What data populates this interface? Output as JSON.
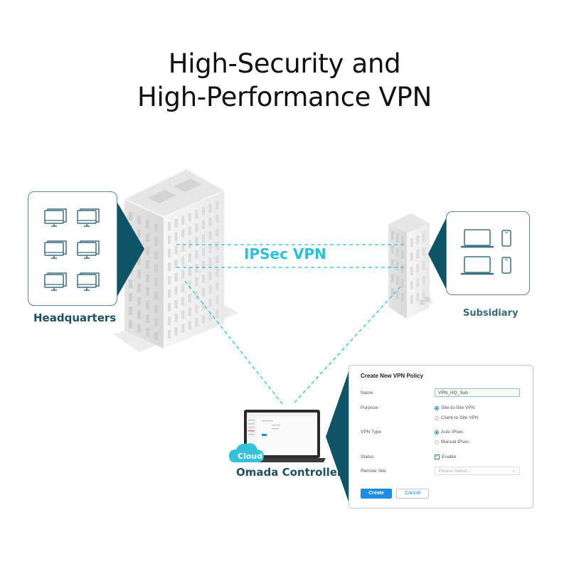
{
  "title": {
    "line1": "High-Security and",
    "line2": "High-Performance VPN"
  },
  "connection_label": "IPSec VPN",
  "sites": {
    "headquarters": {
      "label": "Headquarters",
      "devices": [
        "desktop-pc",
        "desktop-pc",
        "desktop-pc",
        "desktop-pc",
        "desktop-pc",
        "desktop-pc"
      ]
    },
    "subsidiary": {
      "label": "Subsidiary",
      "devices": [
        "laptop",
        "smartphone",
        "laptop",
        "smartphone"
      ]
    }
  },
  "controller": {
    "label": "Omada Controller",
    "cloud_badge": "Cloud"
  },
  "colors": {
    "accent_cyan": "#2cc1d8",
    "dark_teal": "#0e5366",
    "label_teal": "#1f4f63",
    "button_blue": "#1e8ddf"
  },
  "dialog": {
    "title": "Create New VPN Policy",
    "fields": {
      "name": {
        "label": "Name",
        "value": "VPN_HQ_Sub"
      },
      "purpose": {
        "label": "Purpose",
        "options": [
          {
            "label": "Site-to-Site VPN",
            "selected": true
          },
          {
            "label": "Client-to-Site VPN",
            "selected": false
          }
        ]
      },
      "vpn_type": {
        "label": "VPN Type",
        "options": [
          {
            "label": "Auto IPsec",
            "selected": true
          },
          {
            "label": "Manual IPsec",
            "selected": false
          }
        ]
      },
      "status": {
        "label": "Status",
        "checkbox_label": "Enable",
        "checked": true
      },
      "remote_site": {
        "label": "Remote Site",
        "placeholder": "Please Select..."
      }
    },
    "buttons": {
      "create": "Create",
      "cancel": "Cancel"
    }
  }
}
